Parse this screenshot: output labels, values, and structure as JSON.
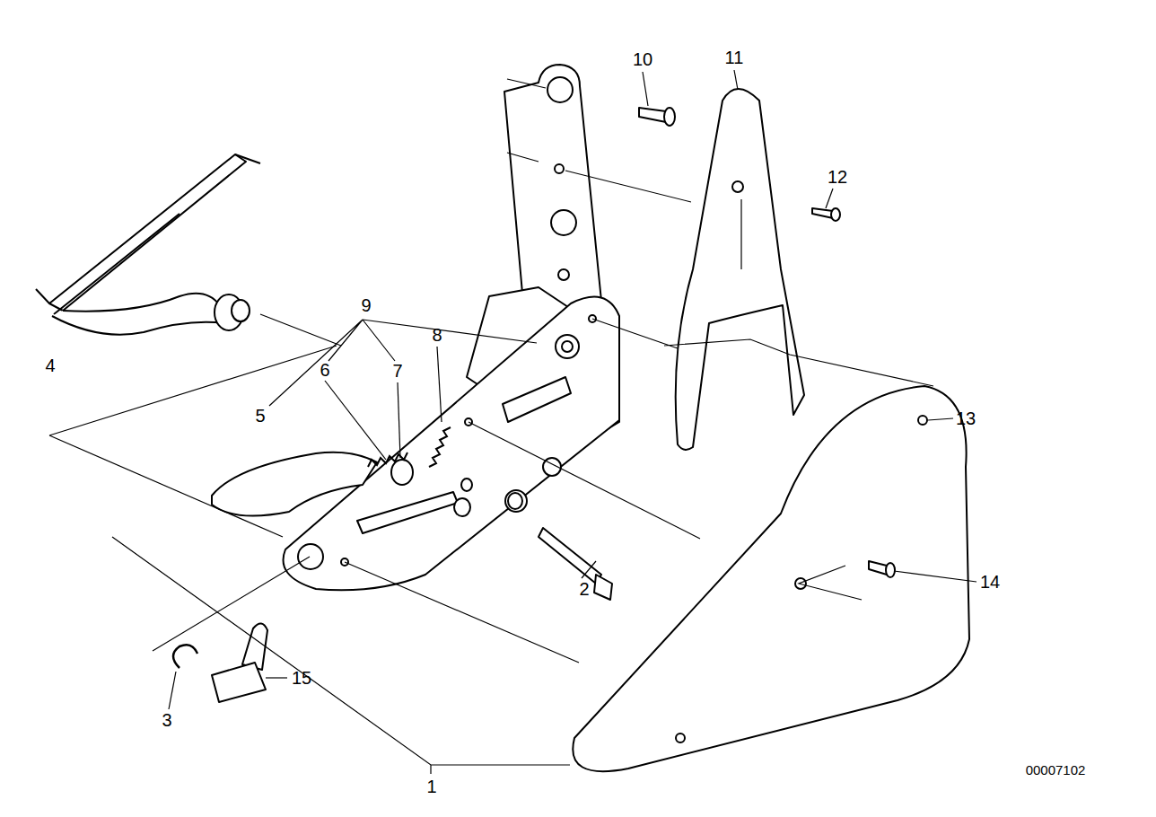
{
  "diagram": {
    "labels": [
      "10",
      "11",
      "12",
      "9",
      "8",
      "7",
      "6",
      "5",
      "4",
      "13",
      "2",
      "14",
      "3",
      "15",
      "1",
      "00007102"
    ]
  }
}
